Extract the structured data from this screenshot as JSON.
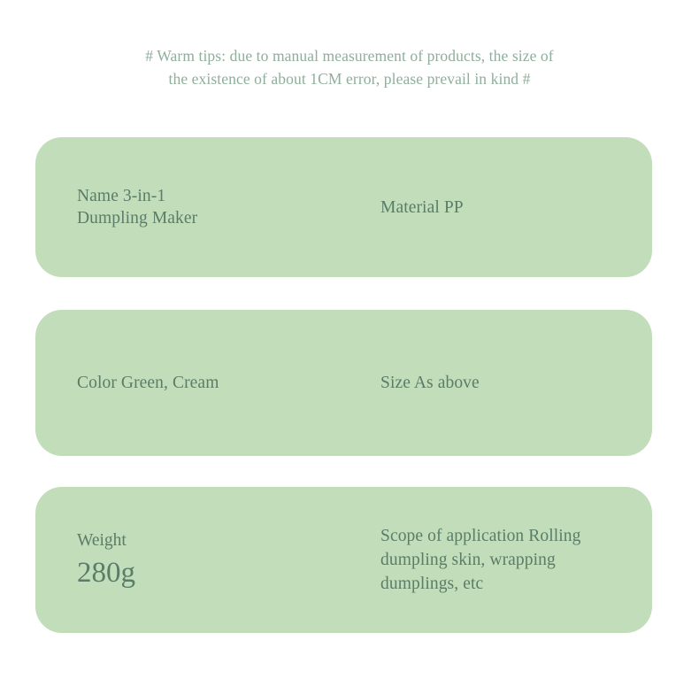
{
  "header": {
    "name": "warm-tips",
    "lines": [
      "# Warm tips: due to manual measurement of products, the size of",
      "the existence of about 1CM error, please prevail in kind #"
    ]
  },
  "theme": {
    "page_background": "#ffffff",
    "card_background": "#c2ddba",
    "card_text_color": "#5a7d68",
    "header_text_color": "#8fae9b"
  },
  "cards": [
    {
      "left": {
        "type": "text",
        "lines": [
          "Name 3-in-1",
          "Dumpling Maker"
        ]
      },
      "right": {
        "type": "text",
        "lines": [
          "Material PP"
        ]
      }
    },
    {
      "left": {
        "type": "text",
        "lines": [
          "Color Green, Cream"
        ]
      },
      "right": {
        "type": "text",
        "lines": [
          "Size As above"
        ]
      }
    },
    {
      "left": {
        "type": "label-value",
        "label": "Weight",
        "value": "280g"
      },
      "right": {
        "type": "text",
        "lines": [
          "Scope of application Rolling",
          "dumpling skin, wrapping",
          "dumplings, etc"
        ]
      }
    }
  ]
}
